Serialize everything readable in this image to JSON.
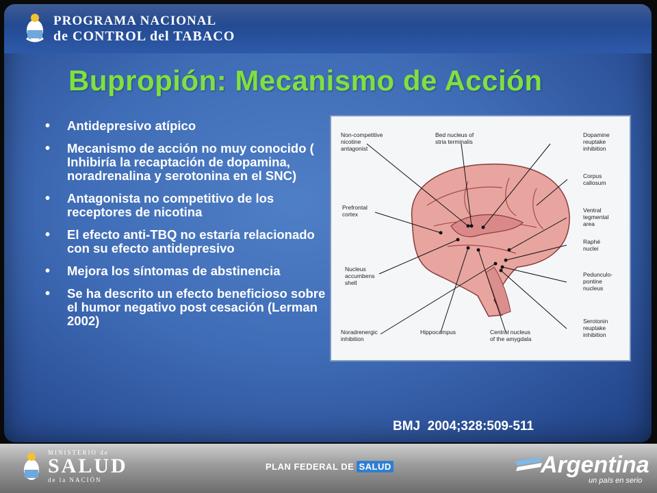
{
  "header": {
    "program_line1": "PROGRAMA NACIONAL",
    "program_line2": "de CONTROL del TABACO"
  },
  "title": "Bupropión: Mecanismo de Acción",
  "bullets": [
    "Antidepresivo atípico",
    "Mecanismo de acción no muy conocido ( Inhibiría la recaptación de dopamina, noradrenalina y serotonina en el SNC)",
    "Antagonista no competitivo de los receptores de nicotina",
    "El efecto anti-TBQ no estaría relacionado con su efecto antidepresivo",
    "Mejora los síntomas de abstinencia",
    "Se ha descrito un efecto beneficioso sobre el humor negativo post cesación (Lerman 2002)"
  ],
  "figure": {
    "labels": {
      "noncompetitive": [
        "Non-competitive",
        "nicotine",
        "antagonist"
      ],
      "bed_nucleus": [
        "Bed nucleus of",
        "stria terminalis"
      ],
      "dopamine": [
        "Dopamine",
        "reuptake",
        "inhibition"
      ],
      "corpus": [
        "Corpus",
        "callosum"
      ],
      "prefrontal": [
        "Prefrontal",
        "cortex"
      ],
      "ventral": [
        "Ventral",
        "tegmental",
        "area"
      ],
      "raphe": [
        "Raphé",
        "nuclei"
      ],
      "nucleus_accumbens": [
        "Nucleus",
        "accumbens",
        "shell"
      ],
      "pedunculo": [
        "Pedunculo-",
        "pontine",
        "nucleus"
      ],
      "noradrenergic": [
        "Noradrenergic",
        "inhibition"
      ],
      "hippocampus": [
        "Hippocampus"
      ],
      "central_nucleus": [
        "Central nucleus",
        "of the amygdala"
      ],
      "serotonin": [
        "Serotonin",
        "reuptake",
        "inhibition"
      ]
    }
  },
  "citation": "BMJ  2004;328:509-511",
  "footer": {
    "ministerio": "MINISTERIO de",
    "salud": "SALUD",
    "de_la_nacion": "de la NACIÓN",
    "plan": "PLAN FEDERAL DE",
    "plan_salud": "SALUD",
    "argentina": "Argentina",
    "argentina_sub": "un país en serio"
  },
  "colors": {
    "title": "#7fe040",
    "background": "#3f6cb6",
    "brain": "#e8a5a0"
  }
}
